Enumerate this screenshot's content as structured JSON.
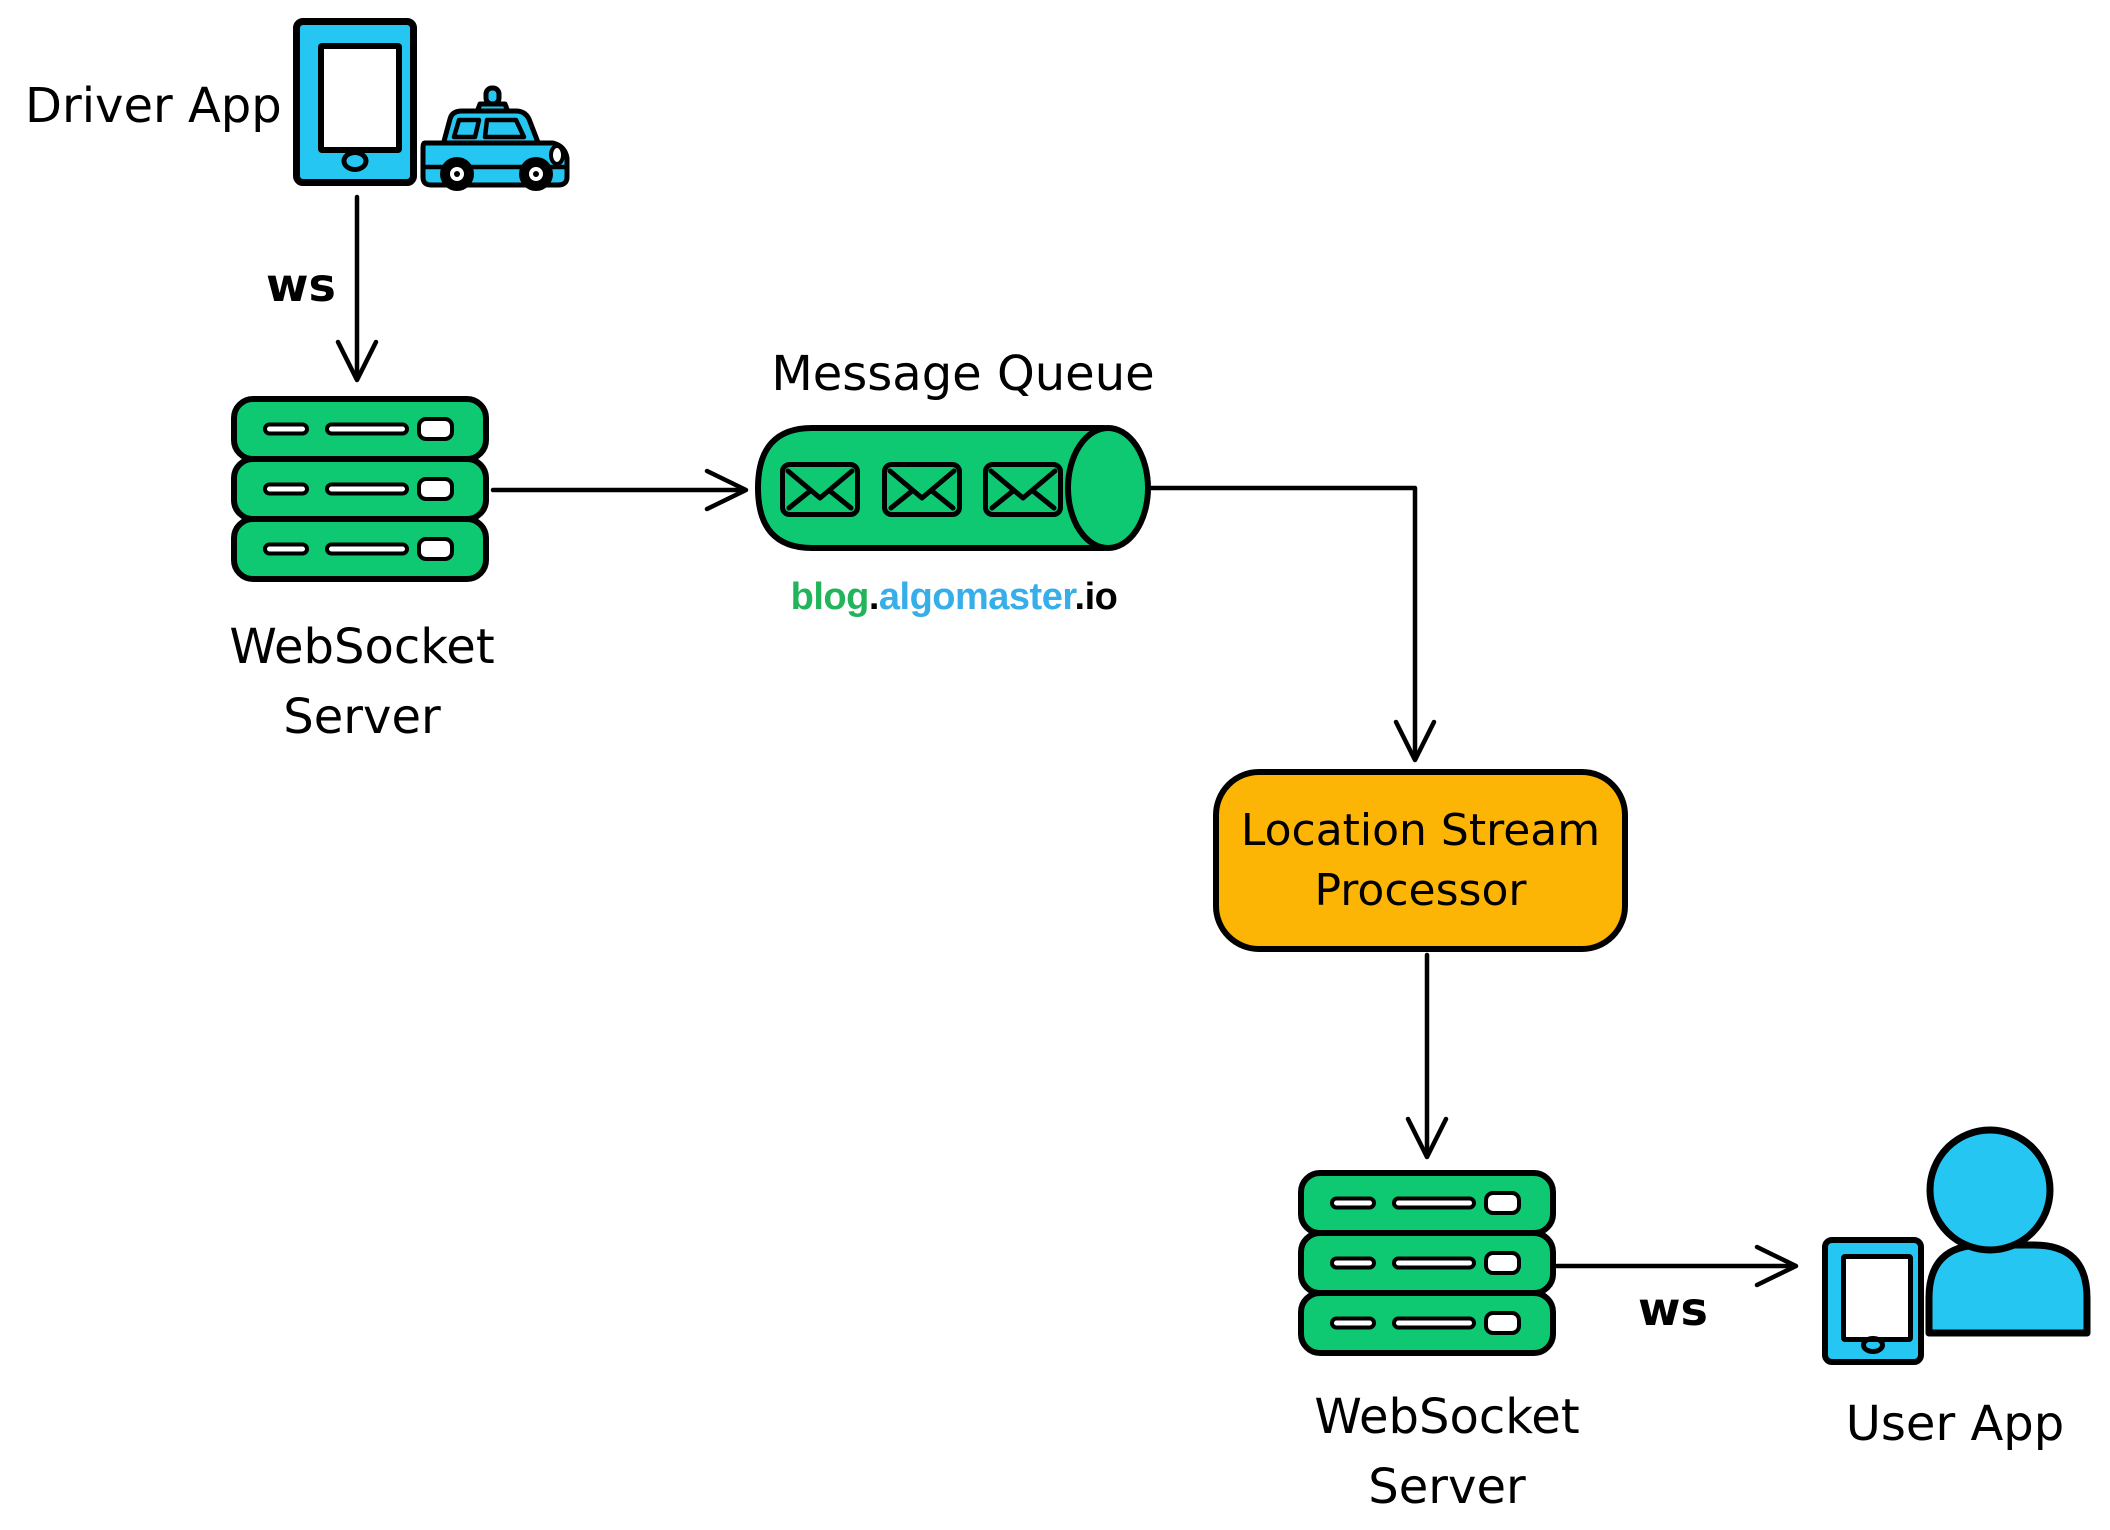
{
  "colors": {
    "background": "#FFFFFF",
    "outline": "#000000",
    "node_green": "#0FC972",
    "node_cyan": "#25C7F2",
    "node_orange": "#FCB405",
    "watermark_green": "#21B45B",
    "watermark_blue": "#35AEEA"
  },
  "nodes": {
    "driver_app": {
      "label": "Driver App",
      "icons": [
        "smartphone-icon",
        "taxi-icon"
      ]
    },
    "websocket_server_1": {
      "label_line1": "WebSocket",
      "label_line2": "Server",
      "icon": "server-stack-icon"
    },
    "message_queue": {
      "title": "Message Queue",
      "icon": "queue-cylinder-icon",
      "envelope_count": 3
    },
    "location_stream_processor": {
      "label_line1": "Location Stream",
      "label_line2": "Processor"
    },
    "websocket_server_2": {
      "label_line1": "WebSocket",
      "label_line2": "Server",
      "icon": "server-stack-icon"
    },
    "user_app": {
      "label": "User App",
      "icons": [
        "smartphone-icon",
        "person-icon"
      ]
    }
  },
  "edges": [
    {
      "id": "driver-to-ws1",
      "from": "driver_app",
      "to": "websocket_server_1",
      "label": "ws"
    },
    {
      "id": "ws1-to-queue",
      "from": "websocket_server_1",
      "to": "message_queue",
      "label": ""
    },
    {
      "id": "queue-to-lsp",
      "from": "message_queue",
      "to": "location_stream_processor",
      "label": ""
    },
    {
      "id": "lsp-to-ws2",
      "from": "location_stream_processor",
      "to": "websocket_server_2",
      "label": ""
    },
    {
      "id": "ws2-to-user",
      "from": "websocket_server_2",
      "to": "user_app",
      "label": "ws"
    }
  ],
  "watermark": {
    "part1": "blog",
    "dot1": ".",
    "part2": "algomaster",
    "dot2": ".",
    "part3": "io"
  }
}
